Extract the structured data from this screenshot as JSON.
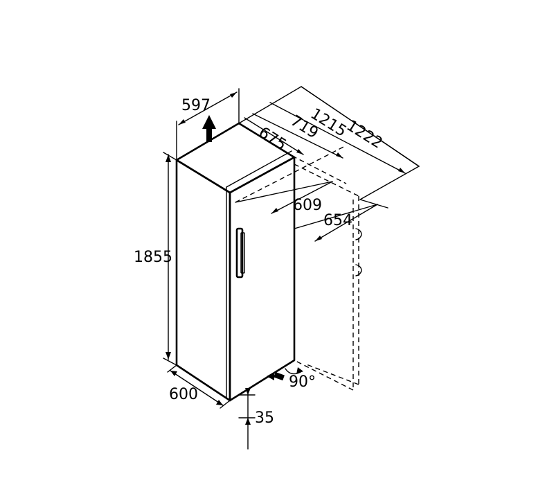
{
  "dimensions": {
    "width": "597",
    "height": "1855",
    "depth_front": "600",
    "depth_675": "675",
    "depth_719": "719",
    "depth_1215": "1215",
    "depth_1222": "1222",
    "depth_609": "609",
    "depth_654": "654",
    "door_angle": "90°",
    "base": "35"
  },
  "colors": {
    "ink": "#000000",
    "background": "#ffffff"
  }
}
